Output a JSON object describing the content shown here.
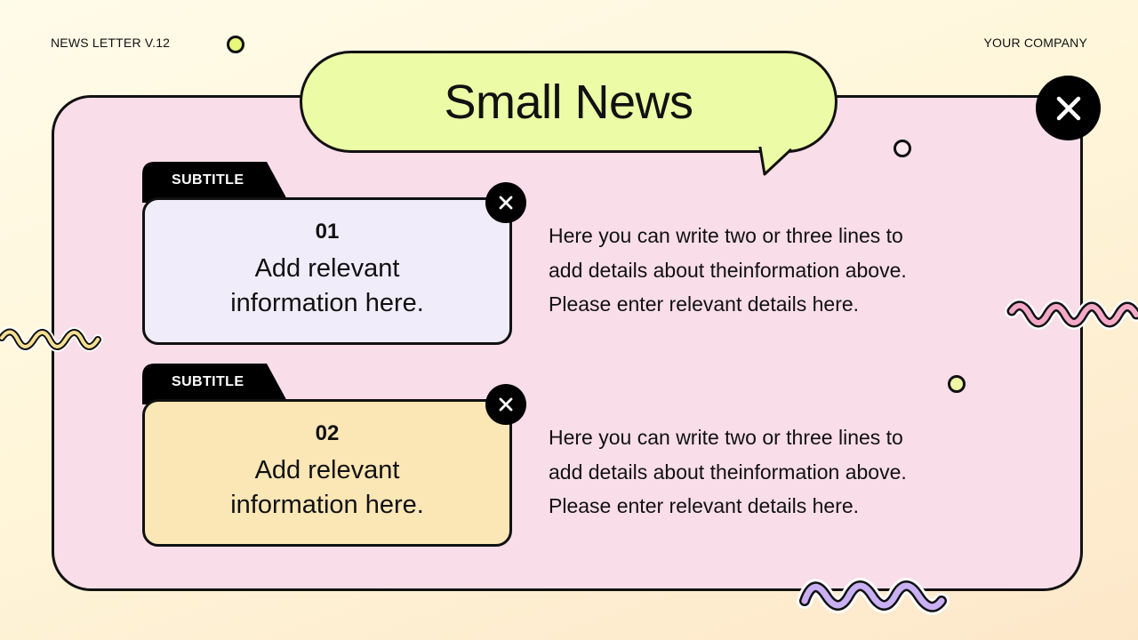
{
  "header": {
    "left_text": "NEWS LETTER V.12",
    "right_text": "YOUR COMPANY"
  },
  "title": "Small News",
  "items": [
    {
      "subtitle": "SUBTITLE",
      "number": "01",
      "info_line1": "Add relevant",
      "info_line2": "information here.",
      "desc_line1": "Here you can write two or three lines to",
      "desc_line2": "add details about theinformation above.",
      "desc_line3": "Please enter relevant details here.",
      "card_color": "#f1ecfa"
    },
    {
      "subtitle": "SUBTITLE",
      "number": "02",
      "info_line1": "Add relevant",
      "info_line2": "information here.",
      "desc_line1": "Here you can write two or three lines to",
      "desc_line2": "add details about theinformation above.",
      "desc_line3": "Please enter relevant details here.",
      "card_color": "#fbe6b5"
    }
  ],
  "colors": {
    "panel": "#f9dde8",
    "bubble": "#ecfba5",
    "accent_dot": "#e6f77a",
    "squiggle_yellow": "#f4df93",
    "squiggle_pink": "#f3a9c7",
    "squiggle_purple": "#c9b0f3"
  },
  "icons": {
    "close": "close-x-icon",
    "squiggle": "wavy-line-decoration"
  }
}
